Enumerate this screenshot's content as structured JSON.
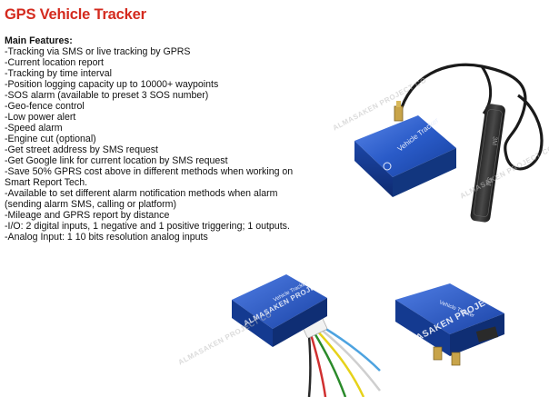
{
  "title": "GPS Vehicle Tracker",
  "features": {
    "heading": "Main Features:",
    "items": [
      "-Tracking via SMS or live tracking by GPRS",
      "-Current location report",
      "-Tracking by time interval",
      "-Position logging capacity up to 10000+ waypoints",
      "-SOS alarm (available to preset 3 SOS number)",
      "-Geo-fence control",
      "-Low power alert",
      "-Speed alarm",
      "-Engine cut (optional)",
      "-Get street address by SMS request",
      "-Get Google link for current location by SMS request",
      "-Save 50% GPRS cost above in different methods when working on Smart Report Tech.",
      "-Available to set different alarm notification methods when alarm (sending alarm SMS, calling or platform)",
      "-Mileage and GPRS report by distance",
      "-I/O: 2 digital inputs, 1 negative and 1 positive triggering; 1 outputs.",
      "-Analog Input: 1 10 bits resolution analog inputs"
    ]
  },
  "device": {
    "label": "Vehicle Tracker",
    "antenna_label": "3M"
  },
  "watermark": "ALMASAKEN PROJECT CO",
  "colors": {
    "title": "#d42a1e",
    "device_blue": "#1f4fb8",
    "text": "#111111"
  }
}
